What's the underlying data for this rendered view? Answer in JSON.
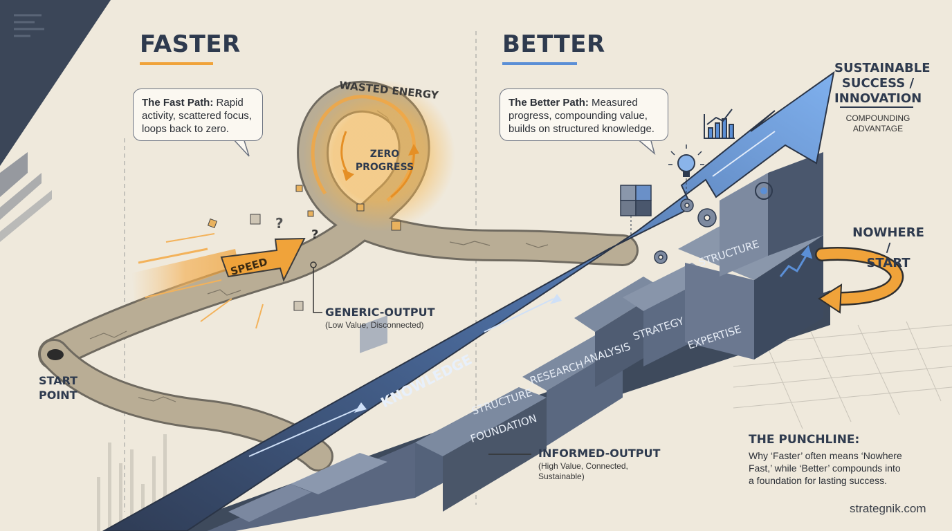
{
  "faster": {
    "heading": "FASTER",
    "bubble_bold": "The Fast Path:",
    "bubble_text": " Rapid activity, scattered focus, loops back to zero."
  },
  "better": {
    "heading": "BETTER",
    "bubble_bold": "The Better Path:",
    "bubble_text": " Measured progress, compounding value, builds on structured knowledge."
  },
  "loop": {
    "wasted": "WASTED ENERGY",
    "zero_line1": "ZERO",
    "zero_line2": "PROGRESS",
    "speed": "SPEED"
  },
  "start": {
    "line1": "START",
    "line2": "POINT"
  },
  "generic": {
    "title": "GENERIC-OUTPUT",
    "sub": "(Low Value, Disconnected)"
  },
  "informed": {
    "title": "INFORMED-OUTPUT",
    "sub1": "(High Value, Connected,",
    "sub2": "Sustainable)"
  },
  "success": {
    "line1": "SUSTAINABLE",
    "line2": "SUCCESS /",
    "line3": "INNOVATION",
    "sub1": "COMPOUNDING",
    "sub2": "ADVANTAGE"
  },
  "nowhere": {
    "line1": "NOWHERE /",
    "line2": "START"
  },
  "arrow_label": "KNOWLEDGE",
  "blocks": {
    "foundation": "FOUNDATION",
    "structure_low": "STRUCTURE",
    "research": "RESEARCH",
    "analysis": "ANALYSIS",
    "strategy": "STRATEGY",
    "expertise": "EXPERTISE",
    "structure_high": "STRUCTURE"
  },
  "punchline": {
    "title": "THE PUNCHLINE:",
    "line1": "Why ‘Faster’ often means ‘Nowhere",
    "line2": "Fast,’ while ‘Better’ compounds into",
    "line3": "a foundation for lasting success."
  },
  "footer": {
    "site": "strategnik.com"
  },
  "colors": {
    "orange": "#f0a33a",
    "blue": "#5b8fd6",
    "navy": "#2e3a4e",
    "stone": "#b9ad95"
  }
}
